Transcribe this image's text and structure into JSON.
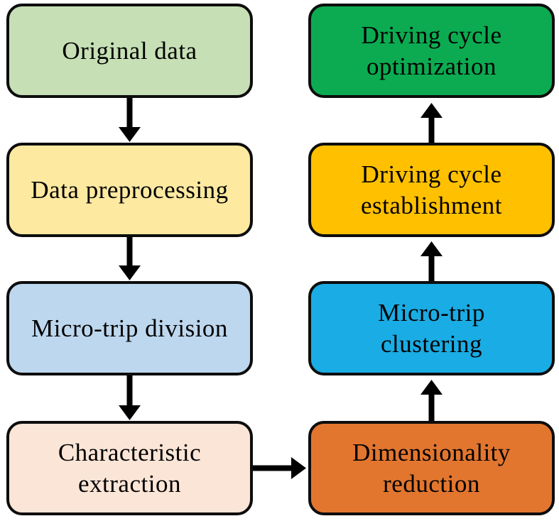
{
  "figure": {
    "type": "flowchart",
    "background": "#ffffff",
    "border_color": "#0d0d0d",
    "arrow_color": "#000000"
  },
  "left_column": {
    "boxes": [
      {
        "id": "original-data",
        "label": "Original data",
        "color": "#c6dfb5"
      },
      {
        "id": "data-preprocessing",
        "label": "Data preprocessing",
        "color": "#fde9a0"
      },
      {
        "id": "micro-trip-division",
        "label": "Micro-trip division",
        "color": "#bdd7ee"
      },
      {
        "id": "characteristic-extraction",
        "label": "Characteristic\nextraction",
        "color": "#fbe5d6"
      }
    ]
  },
  "right_column": {
    "boxes": [
      {
        "id": "driving-cycle-optimization",
        "label": "Driving cycle\noptimization",
        "color": "#0cab51"
      },
      {
        "id": "driving-cycle-establishment",
        "label": "Driving cycle\nestablishment",
        "color": "#ffc000"
      },
      {
        "id": "micro-trip-clustering",
        "label": "Micro-trip\nclustering",
        "color": "#1aace4"
      },
      {
        "id": "dimensionality-reduction",
        "label": "Dimensionality\nreduction",
        "color": "#e2762f"
      }
    ]
  },
  "flow": {
    "arrows": [
      {
        "from": "original-data",
        "to": "data-preprocessing",
        "direction": "down"
      },
      {
        "from": "data-preprocessing",
        "to": "micro-trip-division",
        "direction": "down"
      },
      {
        "from": "micro-trip-division",
        "to": "characteristic-extraction",
        "direction": "down"
      },
      {
        "from": "characteristic-extraction",
        "to": "dimensionality-reduction",
        "direction": "right"
      },
      {
        "from": "dimensionality-reduction",
        "to": "micro-trip-clustering",
        "direction": "up"
      },
      {
        "from": "micro-trip-clustering",
        "to": "driving-cycle-establishment",
        "direction": "up"
      },
      {
        "from": "driving-cycle-establishment",
        "to": "driving-cycle-optimization",
        "direction": "up"
      }
    ]
  }
}
